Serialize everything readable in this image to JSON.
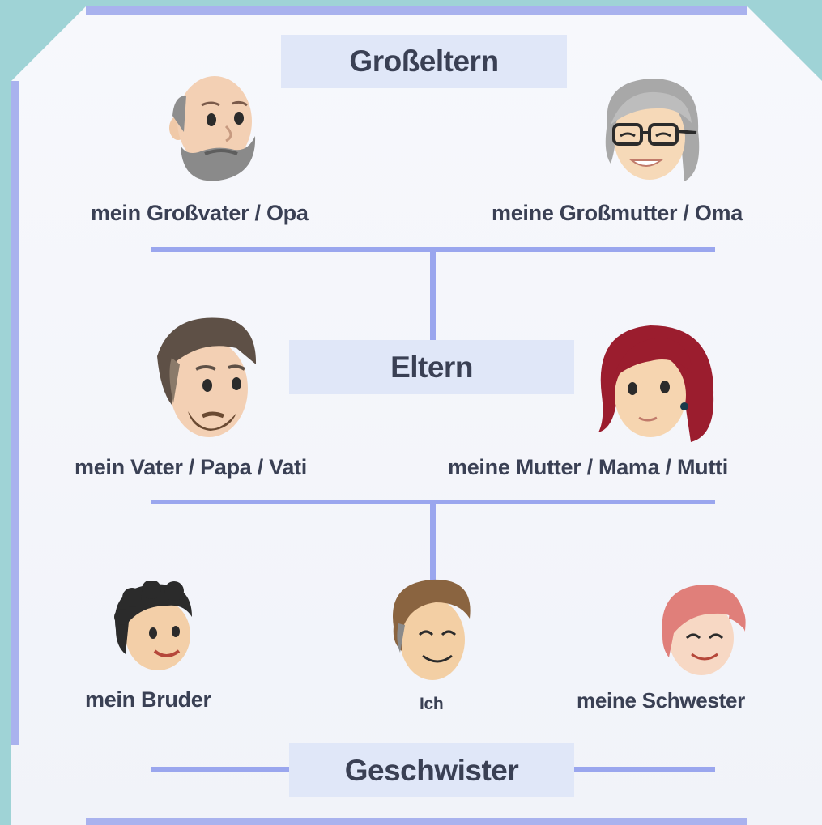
{
  "headings": {
    "grandparents": "Großeltern",
    "parents": "Eltern",
    "siblings": "Geschwister"
  },
  "labels": {
    "grandfather": "mein Großvater / Opa",
    "grandmother": "meine Großmutter / Oma",
    "father": "mein Vater / Papa / Vati",
    "mother": "meine Mutter / Mama / Mutti",
    "brother": "mein Bruder",
    "me": "Ich",
    "sister": "meine Schwester"
  },
  "colors": {
    "background": "#9fd3d6",
    "card": "#f4f6fb",
    "line": "#9aa6ee",
    "heading_bg": "#e0e7f8",
    "text": "#3a4054"
  },
  "icons": {
    "grandfather": "bald-bearded-man-face-icon",
    "grandmother": "grey-haired-woman-glasses-face-icon",
    "father": "bearded-man-face-icon",
    "mother": "red-haired-woman-face-icon",
    "brother": "curly-haired-boy-face-icon",
    "me": "smiling-boy-face-icon",
    "sister": "pink-haired-girl-face-icon"
  }
}
